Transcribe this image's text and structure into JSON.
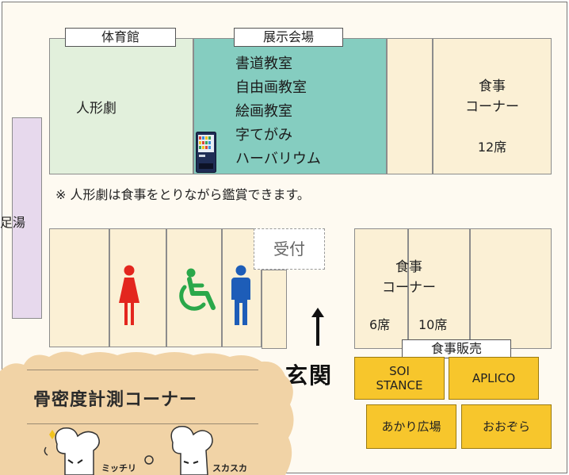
{
  "rooms": {
    "gym_label": "体育館",
    "exhibit_label": "展示会場",
    "puppet": "人形劇",
    "exhibits": [
      "書道教室",
      "自由画教室",
      "絵画教室",
      "字てがみ",
      "ハーバリウム"
    ],
    "food_top_1": "食事",
    "food_top_2": "コーナー",
    "food_top_seats": "12席",
    "footbath": "足湯",
    "note": "※ 人形劇は食事をとりながら鑑賞できます。",
    "reception": "受付",
    "food_mid_1": "食事",
    "food_mid_2": "コーナー",
    "seats_left": "6席",
    "seats_right": "10席",
    "food_sales": "食事販売",
    "entrance": "玄関"
  },
  "shops": [
    {
      "line1": "SOI",
      "line2": "STANCE"
    },
    {
      "line1": "APLICO",
      "line2": ""
    },
    {
      "line1": "あかり広場",
      "line2": ""
    },
    {
      "line1": "おおぞら",
      "line2": ""
    }
  ],
  "bone_corner": {
    "title": "骨密度計測コーナー",
    "label_left": "ミッチリ",
    "label_right": "スカスカ"
  },
  "colors": {
    "gym": "#e2f0dc",
    "exhibit": "#85cdc0",
    "food": "#fbf0d5",
    "footbath": "#e7d9ed",
    "shop": "#f7c62c",
    "female_icon": "#e3261e",
    "accessible_icon": "#2aa84a",
    "male_icon": "#1d5db8"
  }
}
